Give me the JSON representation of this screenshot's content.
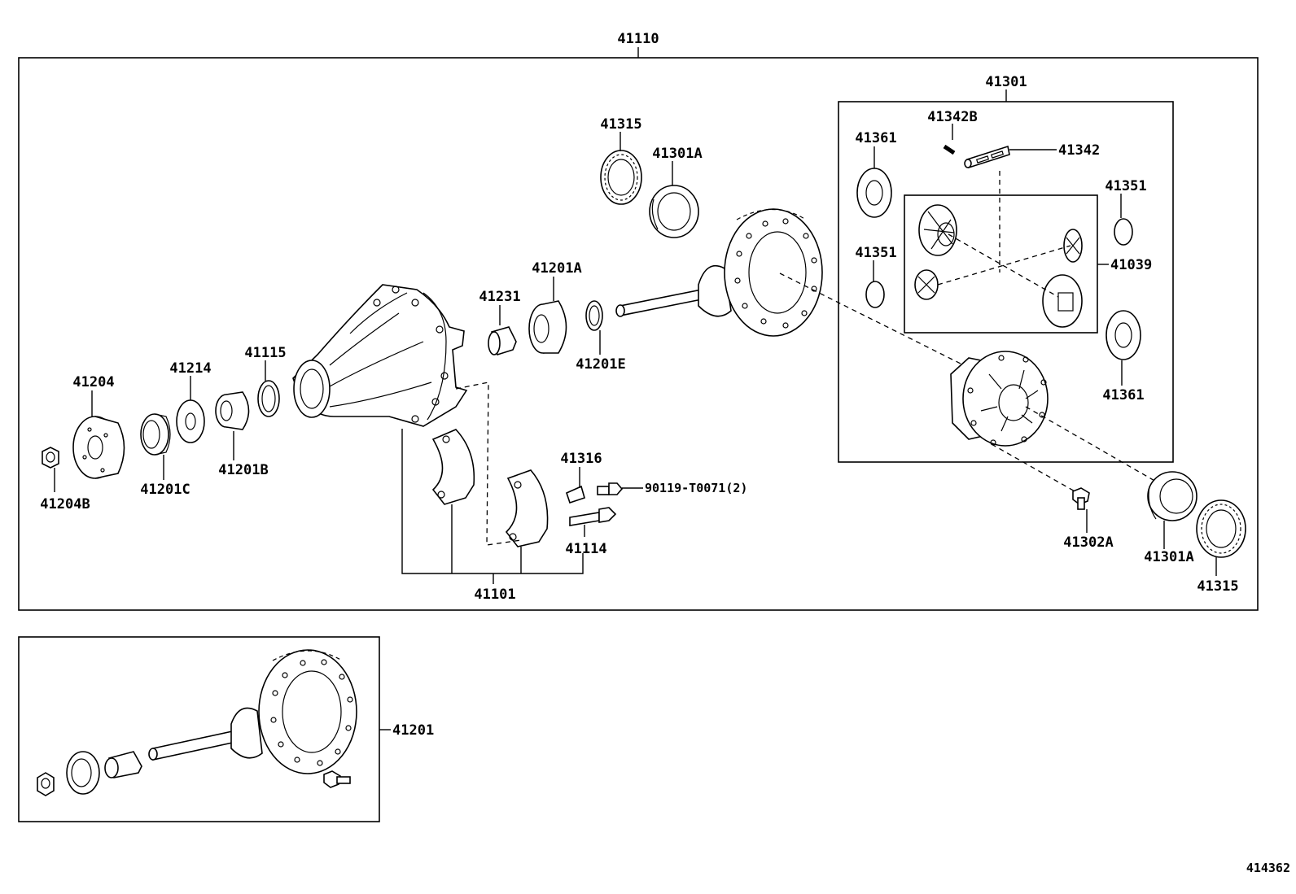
{
  "labels": {
    "l41110": "41110",
    "l41301": "41301",
    "l41342B": "41342B",
    "l41342": "41342",
    "l41361_top": "41361",
    "l41351_right": "41351",
    "l41351_left": "41351",
    "l41039": "41039",
    "l41361_bottom": "41361",
    "l41315_top": "41315",
    "l41301A_top": "41301A",
    "l41201A": "41201A",
    "l41231": "41231",
    "l41201E": "41201E",
    "l41204": "41204",
    "l41214": "41214",
    "l41115": "41115",
    "l41204B": "41204B",
    "l41201C": "41201C",
    "l41201B": "41201B",
    "l41316": "41316",
    "l90119": "90119-T0071(2)",
    "l41114": "41114",
    "l41101": "41101",
    "l41302A": "41302A",
    "l41301A_bottom": "41301A",
    "l41315_bottom": "41315",
    "l41201": "41201"
  },
  "figure_id": "414362"
}
